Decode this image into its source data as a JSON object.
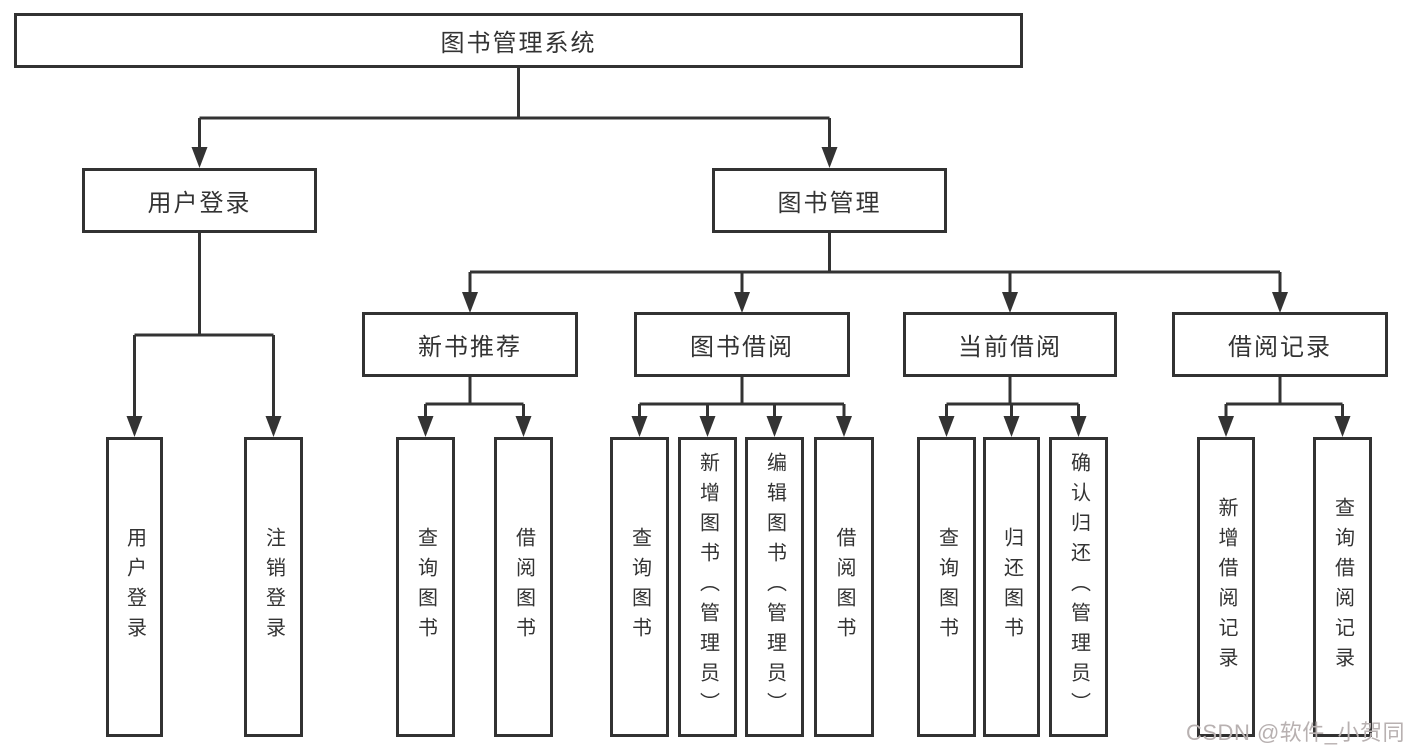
{
  "diagram": {
    "title_node": "图书管理系统",
    "root": {
      "label": "图书管理系统"
    },
    "branches": [
      {
        "label": "用户登录",
        "children": [
          {
            "label": "用户登录"
          },
          {
            "label": "注销登录"
          }
        ]
      },
      {
        "label": "图书管理",
        "children": [
          {
            "label": "新书推荐",
            "children": [
              {
                "label": "查询图书"
              },
              {
                "label": "借阅图书"
              }
            ]
          },
          {
            "label": "图书借阅",
            "children": [
              {
                "label": "查询图书"
              },
              {
                "label": "新增图书（管理员）"
              },
              {
                "label": "编辑图书（管理员）"
              },
              {
                "label": "借阅图书"
              }
            ]
          },
          {
            "label": "当前借阅",
            "children": [
              {
                "label": "查询图书"
              },
              {
                "label": "归还图书"
              },
              {
                "label": "确认归还（管理员）"
              }
            ]
          },
          {
            "label": "借阅记录",
            "children": [
              {
                "label": "新增借阅记录"
              },
              {
                "label": "查询借阅记录"
              }
            ]
          }
        ]
      }
    ]
  },
  "watermark": {
    "text": "CSDN @软件_小贺同学",
    "color": "#b8b1b1"
  },
  "colors": {
    "line": "#333333",
    "text": "#333333",
    "background": "#ffffff"
  }
}
